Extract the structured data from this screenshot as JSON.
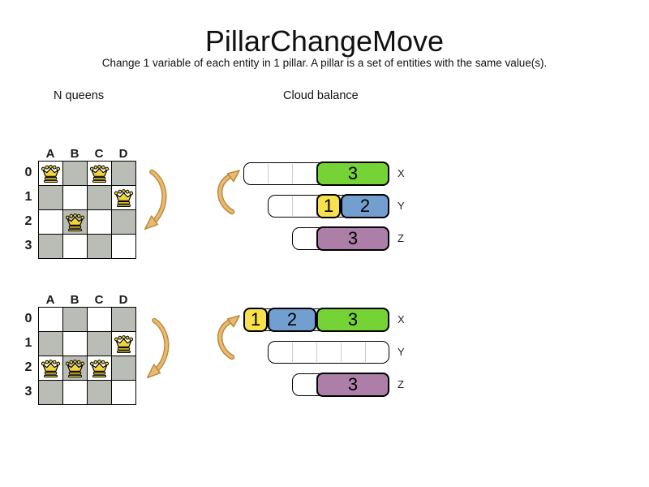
{
  "header": {
    "title": "PillarChangeMove",
    "subtitle": "Change 1 variable of each entity in 1 pillar. A pillar is a set of entities with the same value(s)."
  },
  "sections": {
    "nqueens": "N queens",
    "cloud": "Cloud balance"
  },
  "colors": {
    "green": "#76d335",
    "yellow": "#f7e14e",
    "blue": "#729fcf",
    "purple": "#ad7fa8",
    "board_dark": "#babdb6",
    "queen_gold": "#f2d53c",
    "arrow_fill": "#eaba72",
    "arrow_stroke": "#bc8a3c"
  },
  "boards": {
    "before": {
      "columns": [
        "A",
        "B",
        "C",
        "D"
      ],
      "rows": [
        "0",
        "1",
        "2",
        "3"
      ],
      "queens": [
        [
          0,
          0
        ],
        [
          2,
          0
        ],
        [
          3,
          1
        ],
        [
          1,
          2
        ]
      ]
    },
    "after": {
      "columns": [
        "A",
        "B",
        "C",
        "D"
      ],
      "rows": [
        "0",
        "1",
        "2",
        "3"
      ],
      "queens": [
        [
          3,
          1
        ],
        [
          0,
          2
        ],
        [
          1,
          2
        ],
        [
          2,
          2
        ]
      ]
    }
  },
  "clouds": {
    "before": [
      {
        "label": "X",
        "units": 6,
        "start": 3,
        "blocks": [
          {
            "value": "3",
            "color": "green",
            "units": 3
          }
        ]
      },
      {
        "label": "Y",
        "units": 5,
        "start": 2,
        "blocks": [
          {
            "value": "1",
            "color": "yellow",
            "units": 1
          },
          {
            "value": "2",
            "color": "blue",
            "units": 2
          }
        ]
      },
      {
        "label": "Z",
        "units": 4,
        "start": 1,
        "blocks": [
          {
            "value": "3",
            "color": "purple",
            "units": 3
          }
        ]
      }
    ],
    "after": [
      {
        "label": "X",
        "units": 6,
        "start": 0,
        "blocks": [
          {
            "value": "1",
            "color": "yellow",
            "units": 1
          },
          {
            "value": "2",
            "color": "blue",
            "units": 2
          },
          {
            "value": "3",
            "color": "green",
            "units": 3
          }
        ]
      },
      {
        "label": "Y",
        "units": 5,
        "start": 0,
        "blocks": []
      },
      {
        "label": "Z",
        "units": 4,
        "start": 1,
        "blocks": [
          {
            "value": "3",
            "color": "purple",
            "units": 3
          }
        ]
      }
    ]
  }
}
